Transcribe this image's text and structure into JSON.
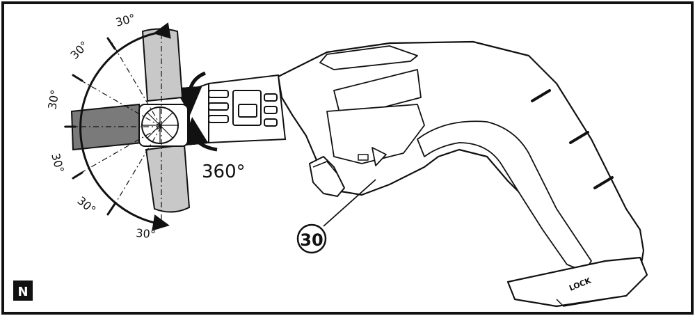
{
  "figure": {
    "panel_label": "N",
    "callout_number": "30",
    "rotation_label": "360°",
    "angle_labels": [
      "30°",
      "30°",
      "30°",
      "30°",
      "30°",
      "30°"
    ],
    "lock_label": "LOCK"
  },
  "colors": {
    "outline": "#111111",
    "nozzle_gray": "#c8c8c8",
    "nozzle_dark": "#7a7a7a",
    "background": "#ffffff"
  }
}
